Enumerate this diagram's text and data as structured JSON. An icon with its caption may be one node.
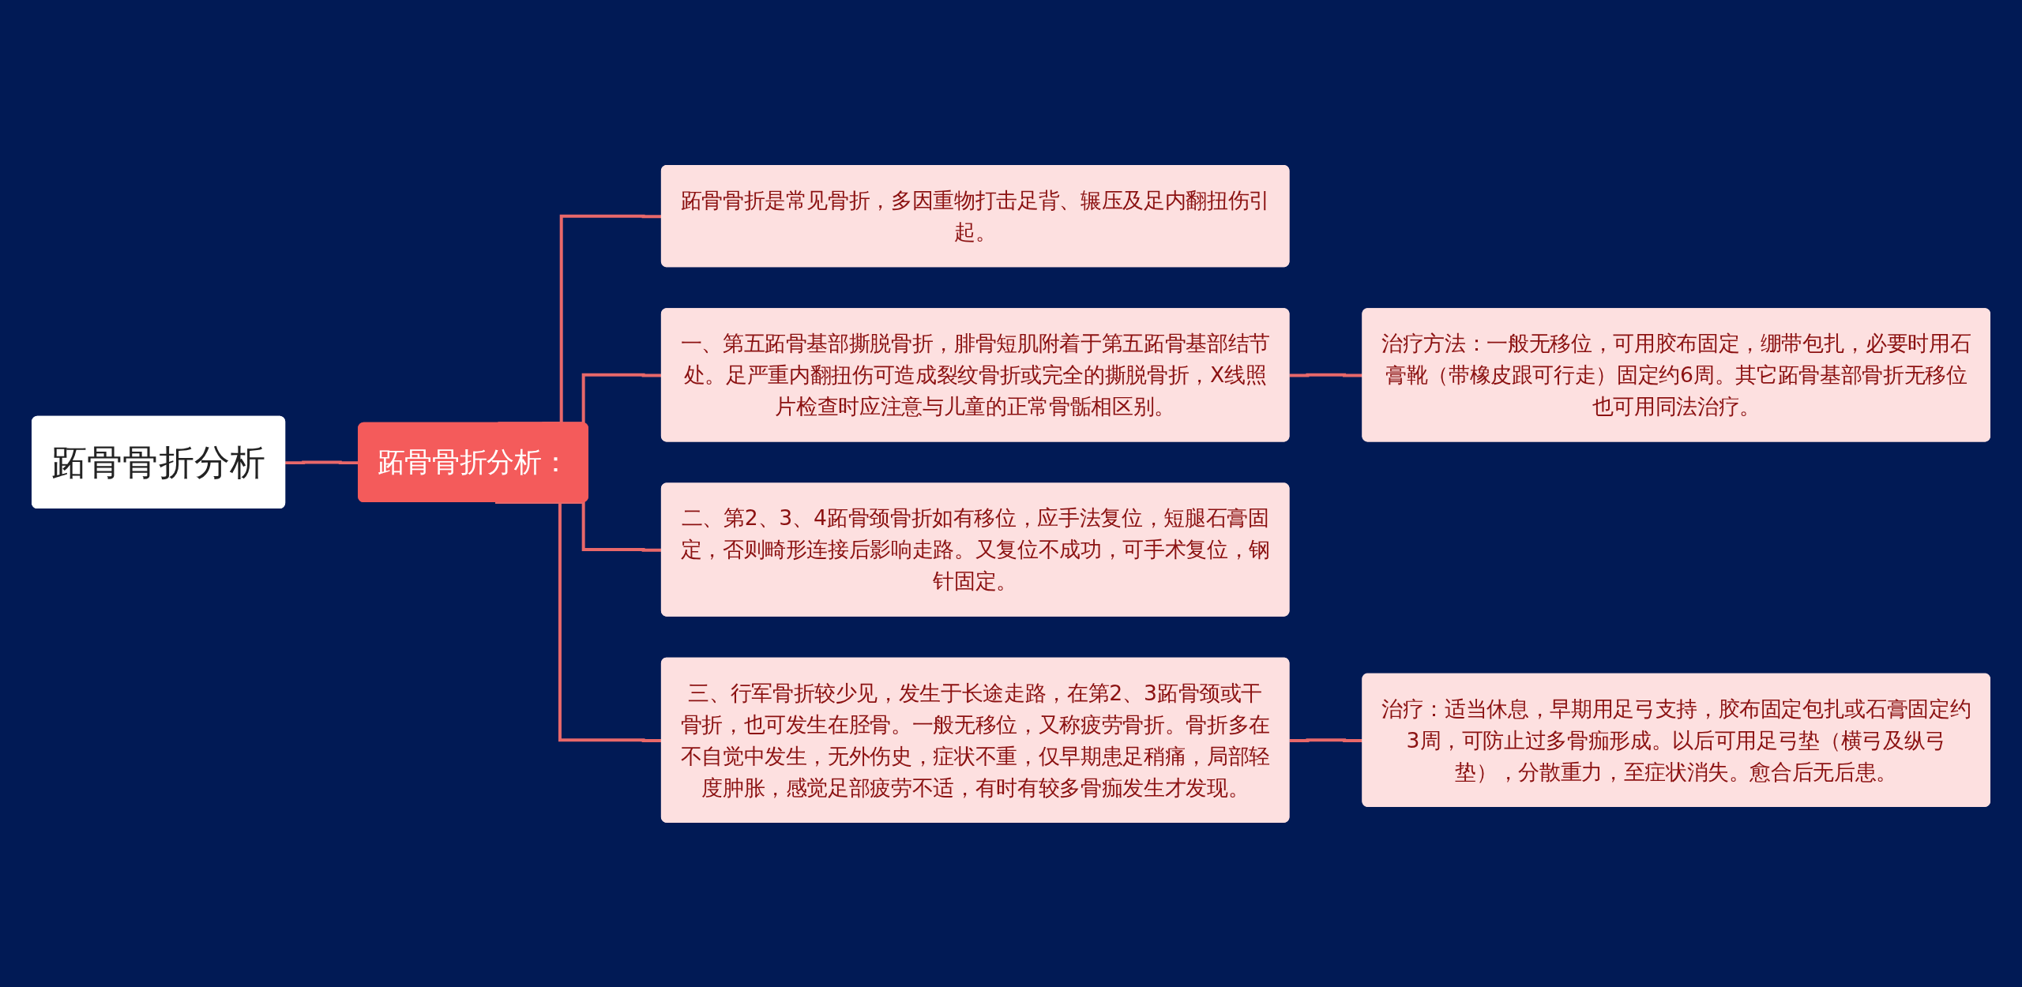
{
  "diagram": {
    "nodes": [
      {
        "text": [
          "跖骨骨折分析"
        ]
      },
      {
        "text": [
          "跖骨骨折分析："
        ]
      },
      {
        "text": [
          "跖骨骨折是常见骨折，多因重物打击足背、辗压及足内翻扭伤引起。"
        ]
      },
      {
        "text": [
          "一、第五跖骨基部撕脱骨折，腓骨短肌附着于第五跖骨基部结节处。足严重内翻扭伤可造成裂纹骨折或完全的撕脱骨折，X线照片检查时应注意与儿童的正常骨骺相区别。"
        ]
      },
      {
        "text": [
          "二、第2、3、4跖骨颈骨折如有移位，应手法复位，短腿石膏固定，否则畸形连接后影响走路。又复位不成功，可手术复位，钢针固定。"
        ]
      },
      {
        "text": [
          "三、行军骨折较少见，发生于长途走路，在第2、3跖骨颈或干骨折，也可发生在胫骨。一般无移位，又称疲劳骨折。骨折多在不自觉中发生，无外伤史，症状不重，仅早期患足稍痛，局部轻度肿胀，感觉足部疲劳不适，有时有较多骨痂发生才发现。"
        ]
      },
      {
        "text": [
          "治疗方法：一般无移位，可用胶布固定，绷带包扎，必要时用石膏靴（带橡皮跟可行走）固定约6周。其它跖骨基部骨折无移位也可用同法治疗。"
        ]
      },
      {
        "text": [
          "治疗：适当休息，早期用足弓支持，胶布固定包扎或石膏固定约3周，可防止过多骨痂形成。以后可用足弓垫（横弓及纵弓垫），分散重力，至症状消失。愈合后无后患。"
        ]
      }
    ],
    "edges": [
      {
        "from": 0,
        "to": 1,
        "arrow": "none"
      },
      {
        "from": 1,
        "to": 2,
        "arrow": "none"
      },
      {
        "from": 1,
        "to": 3,
        "arrow": "none"
      },
      {
        "from": 1,
        "to": 4,
        "arrow": "none"
      },
      {
        "from": 1,
        "to": 5,
        "arrow": "none"
      },
      {
        "from": 3,
        "to": 6,
        "arrow": "none"
      },
      {
        "from": 5,
        "to": 7,
        "arrow": "none"
      }
    ]
  }
}
